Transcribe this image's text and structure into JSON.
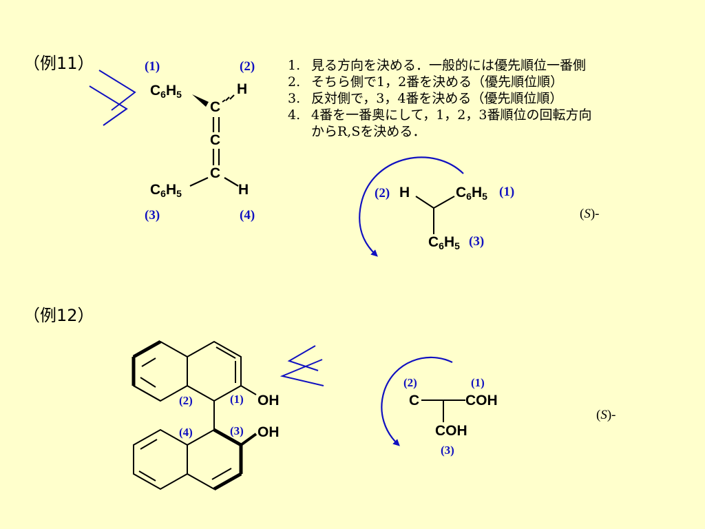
{
  "example11": {
    "title": "（例11）",
    "steps": [
      {
        "num": "1.",
        "text": "見る方向を決める．一般的には優先順位一番側"
      },
      {
        "num": "2.",
        "text": "そちら側で1，2番を決める（優先順位順）"
      },
      {
        "num": "3.",
        "text": "反対側で，3，4番を決める（優先順位順）"
      },
      {
        "num": "4.",
        "text": "4番を一番奥にして，1，2，3番順位の回転方向"
      },
      {
        "num": "",
        "text": "からR,Sを決める．"
      }
    ],
    "priority_labels": {
      "p1": "(1)",
      "p2": "(2)",
      "p3": "(3)",
      "p4": "(4)"
    },
    "allene": {
      "c_top": "C",
      "c_mid": "C",
      "c_bot": "C",
      "h_top": "H",
      "h_bot": "H",
      "ph": "C",
      "ph_sub1": "6",
      "ph_h": "H",
      "ph_sub2": "5"
    },
    "projection": {
      "h": "H",
      "ph": "C",
      "ph_sub1": "6",
      "ph_h": "H",
      "ph_sub2": "5",
      "label_left": "(2)",
      "label_right": "(1)",
      "label_bottom": "(3)"
    },
    "configuration": {
      "open": "(",
      "letter": "S",
      "close": ")-"
    }
  },
  "example12": {
    "title": "（例12）",
    "binol": {
      "oh": "OH",
      "label_2": "(2)",
      "label_1": "(1)",
      "label_4": "(4)",
      "label_3": "(3)"
    },
    "projection": {
      "c": "C",
      "coh_right": "COH",
      "coh_bottom": "COH",
      "label_2": "(2)",
      "label_1": "(1)",
      "label_3": "(3)"
    },
    "configuration": {
      "open": "(",
      "letter": "S",
      "close": ")-"
    }
  },
  "colors": {
    "accent": "#1010C0",
    "background": "#FFFFCC",
    "bond": "#000000"
  }
}
